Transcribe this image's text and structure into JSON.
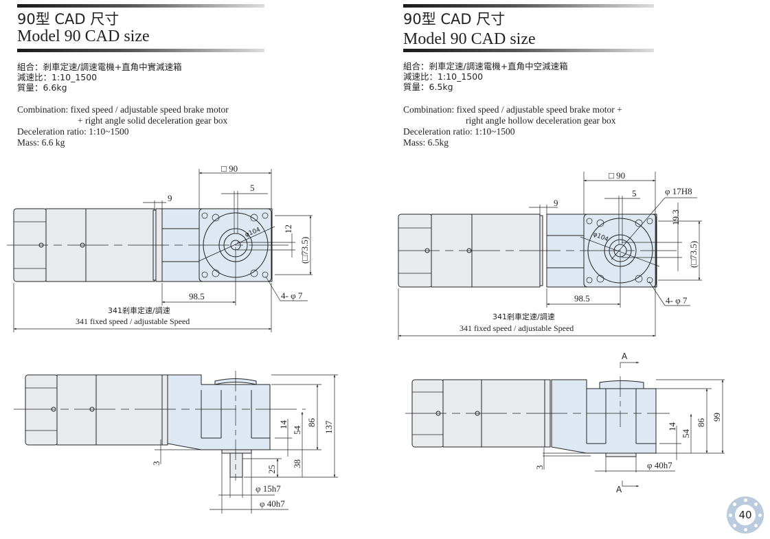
{
  "left": {
    "title_zh": "90型  CAD 尺寸",
    "title_en": "Model 90  CAD size",
    "zh_lines": [
      "組合：剎車定速/調速電機+直角中實減速箱",
      "減速比：1:10_1500",
      "質量：6.6kg"
    ],
    "en_lines": [
      "Combination: fixed speed / adjustable speed brake motor",
      "+ right angle solid deceleration gear box",
      "Deceleration ratio: 1:10~1500",
      "Mass: 6.6 kg"
    ],
    "top_view": {
      "sq90": "□ 90",
      "d5": "5",
      "d9": "9",
      "d12": "12",
      "sq735": "(□73.5)",
      "phi104": "φ104",
      "d985": "98.5",
      "holes": "4- φ 7",
      "len_zh": "341剎車定速/調速",
      "len_en": "341 fixed  speed / adjustable Speed"
    },
    "side_view": {
      "d14": "14",
      "d54": "54",
      "d86": "86",
      "d137": "137",
      "d38": "38",
      "d25": "25",
      "d3": "3",
      "shaft": "φ 15h7",
      "pilot": "φ 40h7"
    }
  },
  "right": {
    "title_zh": "90型  CAD 尺寸",
    "title_en": "Model 90  CAD size",
    "zh_lines": [
      "組合：剎車定速/調速電機+直角中空減速箱",
      "減速比：1:10_1500",
      "質量：6.5kg"
    ],
    "en_lines": [
      "Combination: fixed speed / adjustable speed brake motor +",
      "right angle hollow deceleration gear box",
      "Deceleration ratio: 1:10~1500",
      "Mass: 6.5kg"
    ],
    "top_view": {
      "sq90": "□ 90",
      "d5": "5",
      "d9": "9",
      "bore": "φ 17H8",
      "d193": "19.3",
      "sq735": "(□73.5)",
      "phi104": "φ104",
      "d985": "98.5",
      "holes": "4- φ 7",
      "len_zh": "341剎車定速/調速",
      "len_en": "341 fixed  speed / adjustable Speed"
    },
    "side_view": {
      "section": "A",
      "d14": "14",
      "d54": "54",
      "d86": "86",
      "d99": "99",
      "d3": "3",
      "pilot": "φ 40h7"
    }
  },
  "page_number": "40"
}
